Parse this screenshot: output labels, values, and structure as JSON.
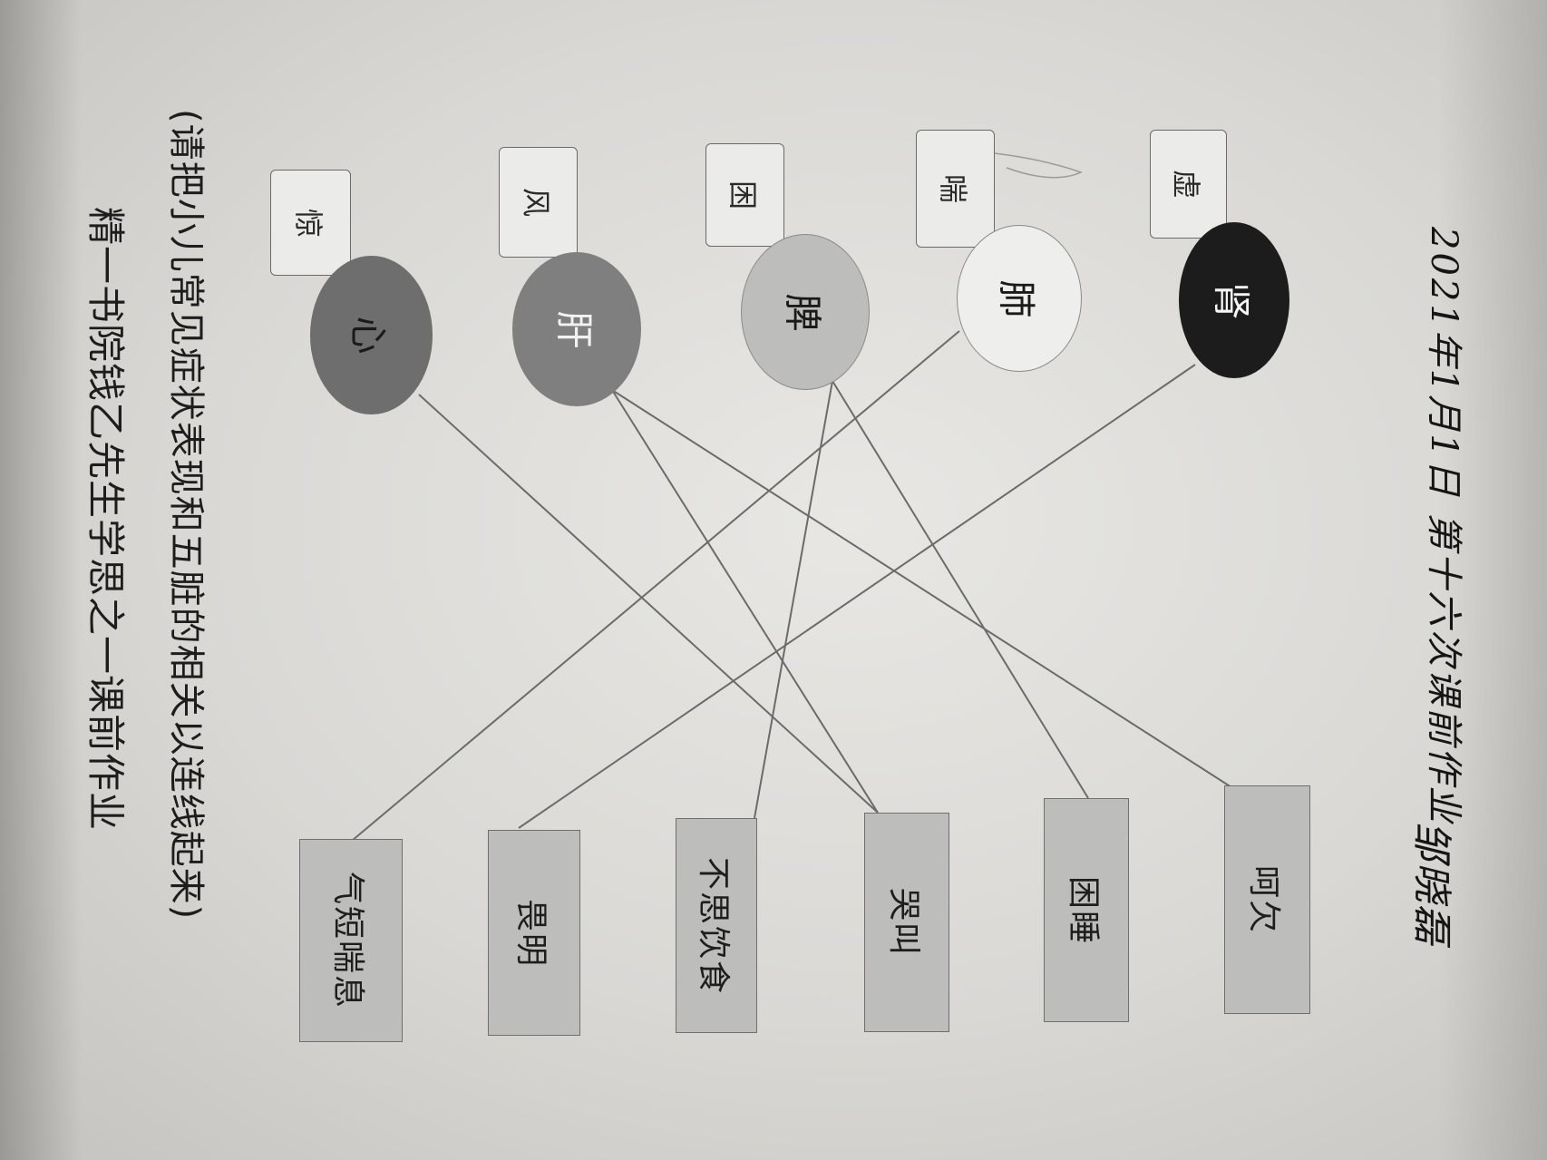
{
  "title": "精一书院钱乙先生学思之一课前作业",
  "subtitle": "(请把小儿常见症状表现和五脏的相关以连线起来)",
  "organs": [
    {
      "id": "xin",
      "label": "心",
      "tag": "惊",
      "fill": "#6e6e6e",
      "text": "#1a1a1a"
    },
    {
      "id": "gan",
      "label": "肝",
      "tag": "风",
      "fill": "#7f7f7f",
      "text": "#f2f2f2"
    },
    {
      "id": "pi",
      "label": "脾",
      "tag": "困",
      "fill": "#bdbdbb",
      "text": "#1a1a1a"
    },
    {
      "id": "fei",
      "label": "肺",
      "tag": "喘",
      "fill": "#eeeeec",
      "text": "#1a1a1a"
    },
    {
      "id": "shen",
      "label": "肾",
      "tag": "虚",
      "fill": "#1c1c1c",
      "text": "#f5f5f5"
    }
  ],
  "symptoms": [
    {
      "id": "qiduan",
      "label": "气短喘息"
    },
    {
      "id": "weiming",
      "label": "畏明"
    },
    {
      "id": "busi",
      "label": "不思饮食"
    },
    {
      "id": "kujiao",
      "label": "哭叫"
    },
    {
      "id": "kunshui",
      "label": "困睡"
    },
    {
      "id": "haqian",
      "label": "呵欠"
    }
  ],
  "connections": [
    {
      "from": "心",
      "to": "哭叫"
    },
    {
      "from": "肝",
      "to": "哭叫"
    },
    {
      "from": "肝",
      "to": "呵欠"
    },
    {
      "from": "脾",
      "to": "不思饮食"
    },
    {
      "from": "脾",
      "to": "困睡"
    },
    {
      "from": "肺",
      "to": "气短喘息"
    },
    {
      "from": "肾",
      "to": "畏明"
    }
  ],
  "handwritten": {
    "note": "2021年1月1日 第十六次课前作业",
    "signature": "邹晓磊"
  }
}
